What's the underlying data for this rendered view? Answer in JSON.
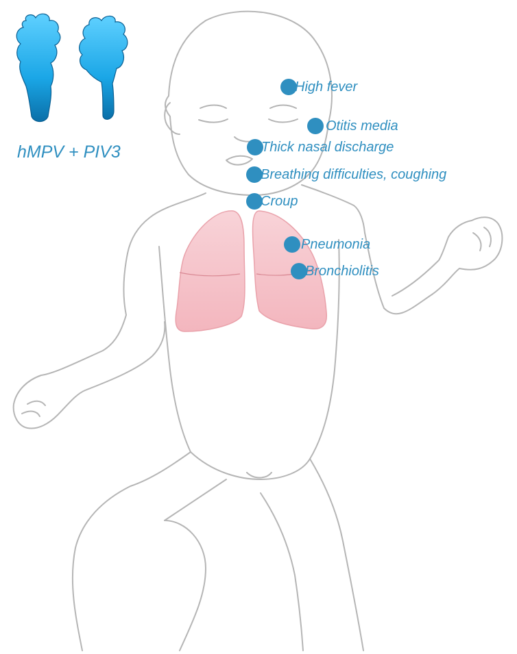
{
  "virus_label": "hMPV + PIV3",
  "virus_icons": [
    "hmpv-virus-icon",
    "piv3-virus-icon"
  ],
  "colors": {
    "accent": "#2f8fc0",
    "body_outline": "#b5b5b5",
    "lung_fill": "#f6c6cc",
    "lung_stroke": "#e9a1aa",
    "virus_top": "#5fd0ff",
    "virus_bottom": "#0a79b8"
  },
  "symptoms": [
    {
      "id": "high-fever",
      "label": "High fever"
    },
    {
      "id": "otitis-media",
      "label": "Otitis media"
    },
    {
      "id": "thick-nasal-discharge",
      "label": "Thick nasal discharge"
    },
    {
      "id": "breathing-difficulties",
      "label": "Breathing difficulties, coughing"
    },
    {
      "id": "croup",
      "label": "Croup"
    },
    {
      "id": "pneumonia",
      "label": "Pneumonia"
    },
    {
      "id": "bronchiolitis",
      "label": "Bronchiolitis"
    }
  ]
}
